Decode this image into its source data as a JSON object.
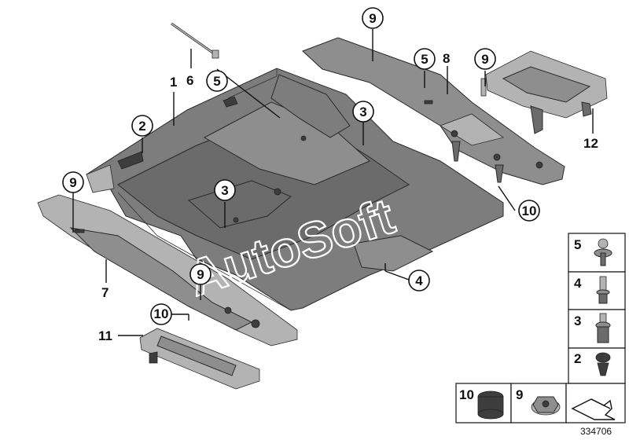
{
  "diagram": {
    "document_number": "334706",
    "watermark": "AutoSoft",
    "callouts": {
      "c1": "1",
      "c2": "2",
      "c3a": "3",
      "c3b": "3",
      "c4": "4",
      "c5a": "5",
      "c5b": "5",
      "c6": "6",
      "c7": "7",
      "c8": "8",
      "c9a": "9",
      "c9b": "9",
      "c9c": "9",
      "c9d": "9",
      "c10a": "10",
      "c10b": "10",
      "c11": "11",
      "c12": "12"
    },
    "legend": {
      "l5": "5",
      "l4": "4",
      "l3": "3",
      "l2": "2",
      "l10": "10",
      "l9": "9"
    }
  }
}
